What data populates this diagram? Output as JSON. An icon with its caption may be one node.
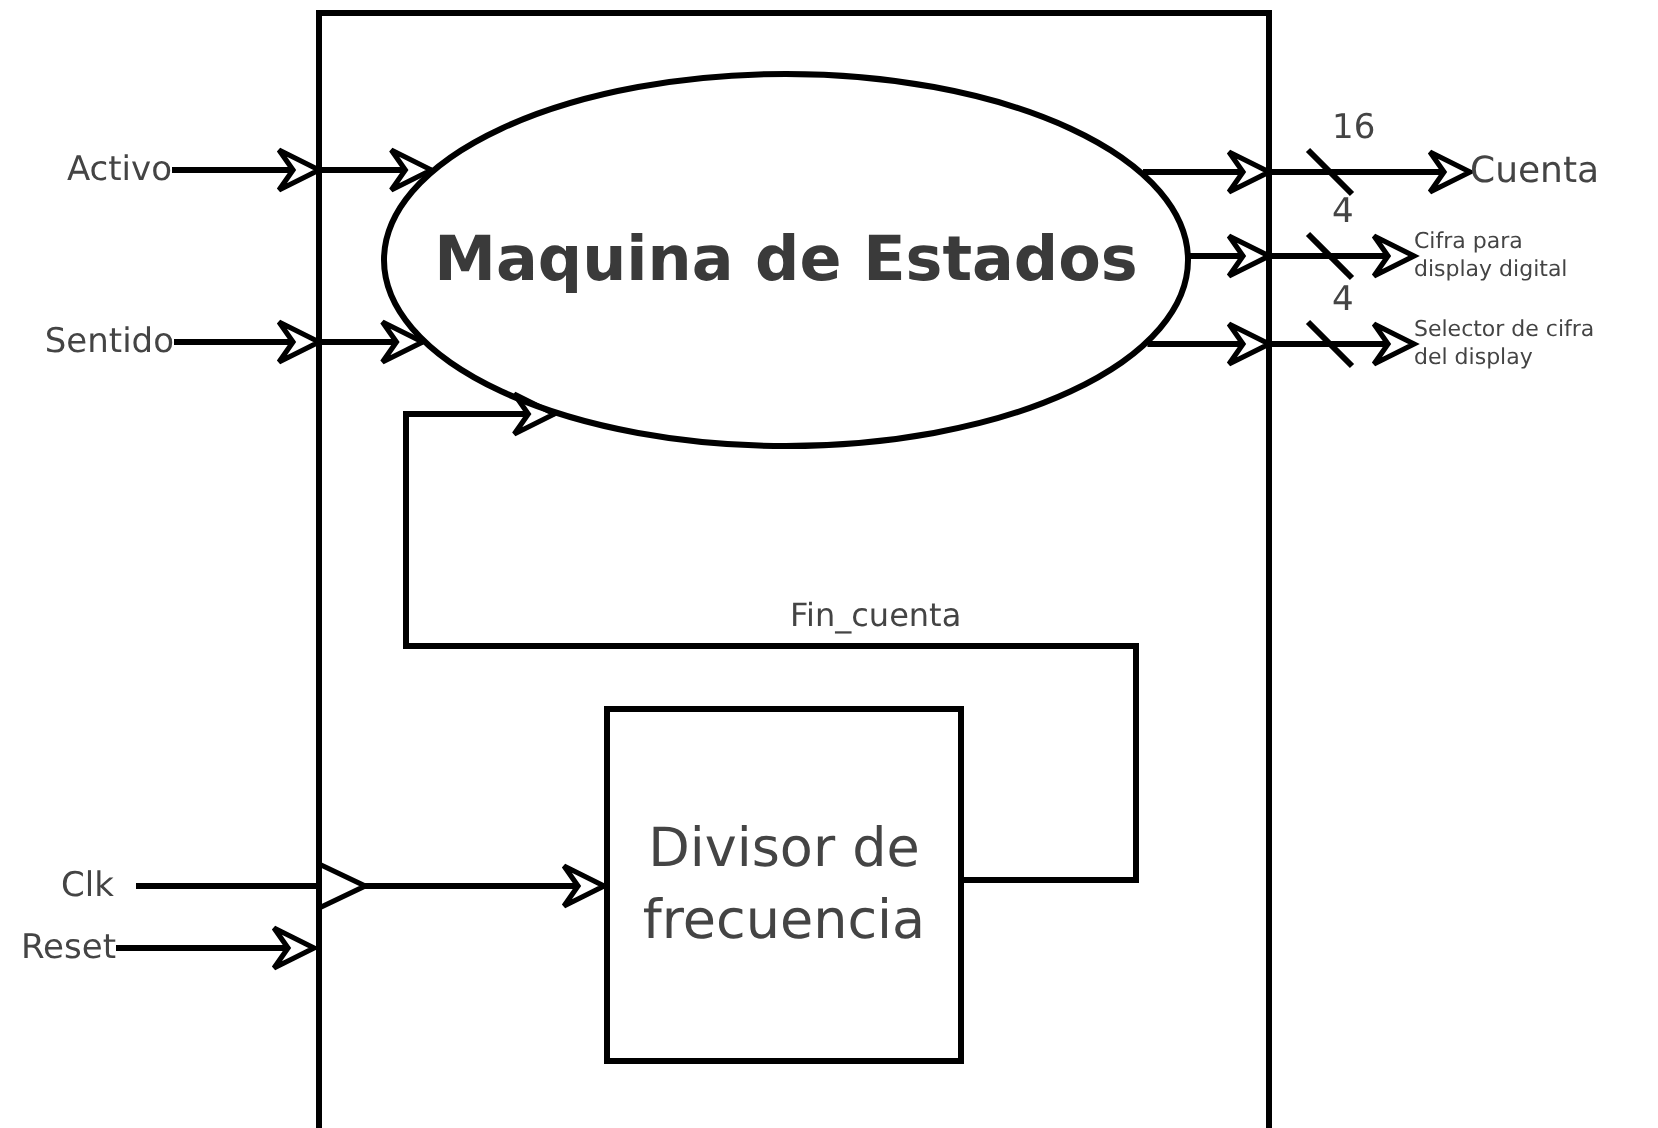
{
  "diagram": {
    "nodes": [
      {
        "text": [],
        "shape": "box"
      },
      {
        "text": [
          "Maquina de Estados"
        ],
        "in": 0
      },
      {
        "text": [
          "Divisor de frecuencia"
        ],
        "in": 0
      },
      {
        "text": [
          "Activo"
        ]
      },
      {
        "text": [
          "Sentido"
        ]
      },
      {
        "text": [
          "Clk"
        ]
      },
      {
        "text": [
          "Reset"
        ]
      },
      {
        "text": [
          "Cuenta"
        ]
      },
      {
        "text": [
          "Cifra para display digital"
        ]
      },
      {
        "text": [
          "Selector de cifra del display"
        ]
      }
    ],
    "edges": [
      {
        "from": 3,
        "to": 1,
        "arrow": "to"
      },
      {
        "from": 4,
        "to": 1,
        "arrow": "to"
      },
      {
        "from": 2,
        "to": 1,
        "arrow": "to",
        "label": "Fin_cuenta"
      },
      {
        "from": 5,
        "to": 2,
        "arrow": "to"
      },
      {
        "from": 6,
        "to": 0,
        "arrow": "to"
      },
      {
        "from": 1,
        "to": 7,
        "arrow": "to",
        "label": "16"
      },
      {
        "from": 1,
        "to": 8,
        "arrow": "to",
        "label": "4"
      },
      {
        "from": 1,
        "to": 9,
        "arrow": "to",
        "label": "4"
      }
    ]
  }
}
